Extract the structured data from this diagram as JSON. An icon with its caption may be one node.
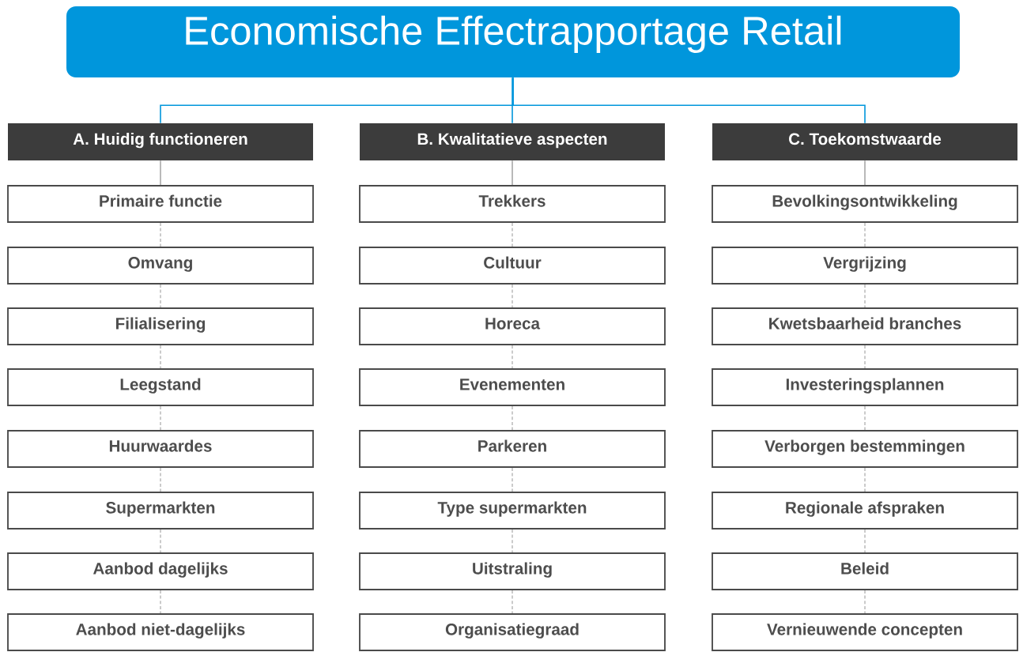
{
  "diagram": {
    "nodes": [
      {
        "text": [
          "Economische Effectrapportage Retail"
        ]
      },
      {
        "text": [
          "A. Huidig functioneren"
        ]
      },
      {
        "text": [
          "Primaire functie"
        ]
      },
      {
        "text": [
          "Omvang"
        ]
      },
      {
        "text": [
          "Filialisering"
        ]
      },
      {
        "text": [
          "Leegstand"
        ]
      },
      {
        "text": [
          "Huurwaardes"
        ]
      },
      {
        "text": [
          "Supermarkten"
        ]
      },
      {
        "text": [
          "Aanbod dagelijks"
        ]
      },
      {
        "text": [
          "Aanbod niet-dagelijks"
        ]
      },
      {
        "text": [
          "B. Kwalitatieve aspecten"
        ]
      },
      {
        "text": [
          "Trekkers"
        ]
      },
      {
        "text": [
          "Cultuur"
        ]
      },
      {
        "text": [
          "Horeca"
        ]
      },
      {
        "text": [
          "Evenementen"
        ]
      },
      {
        "text": [
          "Parkeren"
        ]
      },
      {
        "text": [
          "Type supermarkten"
        ]
      },
      {
        "text": [
          "Uitstraling"
        ]
      },
      {
        "text": [
          "Organisatiegraad"
        ]
      },
      {
        "text": [
          "C. Toekomstwaarde"
        ]
      },
      {
        "text": [
          "Bevolkingsontwikkeling"
        ]
      },
      {
        "text": [
          "Vergrijzing"
        ]
      },
      {
        "text": [
          "Kwetsbaarheid branches"
        ]
      },
      {
        "text": [
          "Investeringsplannen"
        ]
      },
      {
        "text": [
          "Verborgen bestemmingen"
        ]
      },
      {
        "text": [
          "Regionale afspraken"
        ]
      },
      {
        "text": [
          "Beleid"
        ]
      },
      {
        "text": [
          "Vernieuwende concepten"
        ]
      }
    ],
    "edges": [
      {
        "from": 0,
        "to": 1,
        "arrow": "none",
        "color": "#0096dc"
      },
      {
        "from": 0,
        "to": 10,
        "arrow": "none",
        "color": "#0096dc"
      },
      {
        "from": 0,
        "to": 19,
        "arrow": "none",
        "color": "#0096dc"
      },
      {
        "from": 1,
        "to": 2,
        "arrow": "none"
      },
      {
        "from": 2,
        "to": 3,
        "arrow": "none",
        "style": "dashed"
      },
      {
        "from": 3,
        "to": 4,
        "arrow": "none",
        "style": "dashed"
      },
      {
        "from": 4,
        "to": 5,
        "arrow": "none",
        "style": "dashed"
      },
      {
        "from": 5,
        "to": 6,
        "arrow": "none",
        "style": "dashed"
      },
      {
        "from": 6,
        "to": 7,
        "arrow": "none",
        "style": "dashed"
      },
      {
        "from": 7,
        "to": 8,
        "arrow": "none",
        "style": "dashed"
      },
      {
        "from": 8,
        "to": 9,
        "arrow": "none",
        "style": "dashed"
      },
      {
        "from": 10,
        "to": 11,
        "arrow": "none"
      },
      {
        "from": 11,
        "to": 12,
        "arrow": "none",
        "style": "dashed"
      },
      {
        "from": 12,
        "to": 13,
        "arrow": "none",
        "style": "dashed"
      },
      {
        "from": 13,
        "to": 14,
        "arrow": "none",
        "style": "dashed"
      },
      {
        "from": 14,
        "to": 15,
        "arrow": "none",
        "style": "dashed"
      },
      {
        "from": 15,
        "to": 16,
        "arrow": "none",
        "style": "dashed"
      },
      {
        "from": 16,
        "to": 17,
        "arrow": "none",
        "style": "dashed"
      },
      {
        "from": 17,
        "to": 18,
        "arrow": "none",
        "style": "dashed"
      },
      {
        "from": 19,
        "to": 20,
        "arrow": "none"
      },
      {
        "from": 20,
        "to": 21,
        "arrow": "none",
        "style": "dashed"
      },
      {
        "from": 21,
        "to": 22,
        "arrow": "none",
        "style": "dashed"
      },
      {
        "from": 22,
        "to": 23,
        "arrow": "none",
        "style": "dashed"
      },
      {
        "from": 23,
        "to": 24,
        "arrow": "none",
        "style": "dashed"
      },
      {
        "from": 24,
        "to": 25,
        "arrow": "none",
        "style": "dashed"
      },
      {
        "from": 25,
        "to": 26,
        "arrow": "none",
        "style": "dashed"
      },
      {
        "from": 26,
        "to": 27,
        "arrow": "none",
        "style": "dashed"
      }
    ]
  }
}
